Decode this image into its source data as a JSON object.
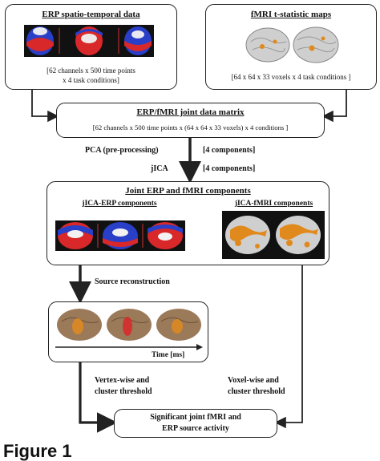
{
  "erp_box": {
    "title": "ERP spatio-temporal data",
    "note_line1": "[62 channels x 500 time points",
    "note_line2": "x 4 task conditions]"
  },
  "fmri_box": {
    "title": "fMRI t-statistic maps",
    "note": "[64 x 64 x 33 voxels x 4 task conditions ]"
  },
  "joint_matrix_box": {
    "title": "ERP/fMRI joint data matrix",
    "note": "[62 channels x 500 time points x (64 x 64 x 33 voxels) x 4 conditions ]"
  },
  "pca_label": "PCA (pre-processing)",
  "pca_components": "[4 components]",
  "jica_label": "jICA",
  "jica_components": "[4 components]",
  "components_box": {
    "title": "Joint ERP and fMRI components",
    "erp_sub": "jICA-ERP components",
    "fmri_sub": "jICA-fMRI components"
  },
  "source_reconstruction_label": "Source reconstruction",
  "time_axis_label": "Time [ms]",
  "vertex_label_line1": "Vertex-wise and",
  "vertex_label_line2": "cluster threshold",
  "voxel_label_line1": "Voxel-wise and",
  "voxel_label_line2": "cluster threshold",
  "result_box": {
    "line1": "Significant joint fMRI and",
    "line2": "ERP source activity"
  },
  "figure_caption": "Figure 1",
  "colors": {
    "stroke": "#222222",
    "topo_red": "#d8282a",
    "topo_blue": "#2a3fc8",
    "brain_gray": "#cfcfcf",
    "activation_orange": "#e08a1e",
    "cortex_brown": "#9b7a5a"
  }
}
